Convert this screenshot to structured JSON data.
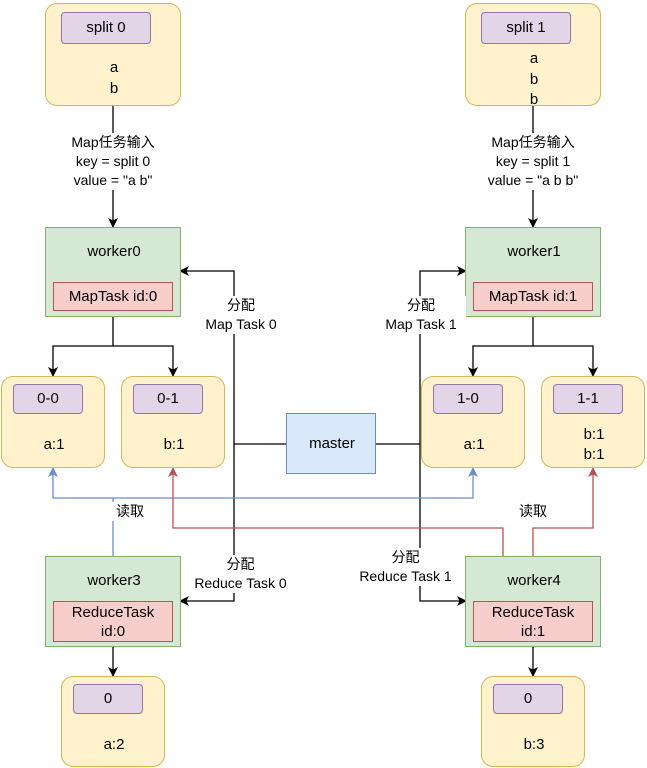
{
  "splits": [
    {
      "title": "split 0",
      "lines": [
        "a",
        "b"
      ]
    },
    {
      "title": "split 1",
      "lines": [
        "a",
        "b",
        "b"
      ]
    }
  ],
  "map_input": [
    {
      "line1": "Map任务输入",
      "line2": "key = split 0",
      "line3": "value = \"a b\""
    },
    {
      "line1": "Map任务输入",
      "line2": "key = split 1",
      "line3": "value = \"a b b\""
    }
  ],
  "workers_map": [
    {
      "name": "worker0",
      "task": "MapTask id:0"
    },
    {
      "name": "worker1",
      "task": "MapTask id:1"
    }
  ],
  "assign_map": [
    {
      "line1": "分配",
      "line2": "Map Task 0"
    },
    {
      "line1": "分配",
      "line2": "Map Task 1"
    }
  ],
  "intermediate": [
    {
      "title": "0-0",
      "lines": [
        "a:1"
      ]
    },
    {
      "title": "0-1",
      "lines": [
        "b:1"
      ]
    },
    {
      "title": "1-0",
      "lines": [
        "a:1"
      ]
    },
    {
      "title": "1-1",
      "lines": [
        "b:1",
        "b:1"
      ]
    }
  ],
  "master": {
    "label": "master"
  },
  "read_labels": [
    "读取",
    "读取"
  ],
  "assign_reduce": [
    {
      "line1": "分配",
      "line2": "Reduce Task 0"
    },
    {
      "line1": "分配",
      "line2": "Reduce Task 1"
    }
  ],
  "workers_reduce": [
    {
      "name": "worker3",
      "task1": "ReduceTask",
      "task2": "id:0"
    },
    {
      "name": "worker4",
      "task1": "ReduceTask",
      "task2": "id:1"
    }
  ],
  "outputs": [
    {
      "title": "0",
      "lines": [
        "a:2"
      ]
    },
    {
      "title": "0",
      "lines": [
        "b:3"
      ]
    }
  ],
  "colors": {
    "black": "#000000",
    "blue_line": "#6c8ebf",
    "red_line": "#b85450"
  }
}
